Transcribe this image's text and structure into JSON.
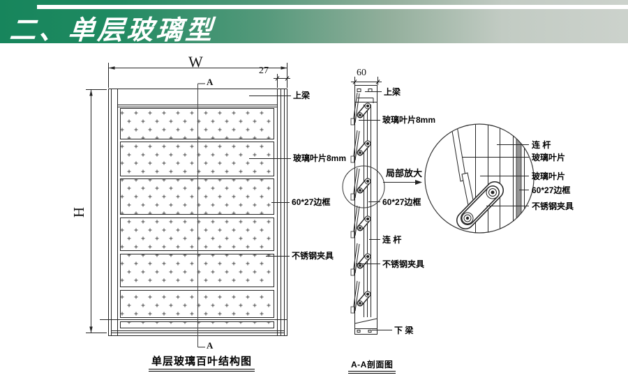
{
  "banner": {
    "title": "二、单层玻璃型",
    "color_left": "#17855c",
    "color_right": "#ccd2cc",
    "text_color": "#ffffff"
  },
  "front_view": {
    "dim_width": "W",
    "dim_height": "H",
    "dim_frame_width": "27",
    "section_marker": "A",
    "labels": {
      "top_beam": "上梁",
      "glass_blade": "玻璃叶片8mm",
      "frame": "60*27边框",
      "clamp": "不锈钢夹具"
    },
    "caption": "单层玻璃百叶结构图"
  },
  "section_view": {
    "dim_depth": "60",
    "labels": {
      "top_beam": "上梁",
      "glass_blade": "玻璃叶片8mm",
      "detail_callout": "局部放大",
      "frame": "60*27边框",
      "link_rod": "连 杆",
      "clamp": "不锈钢夹具",
      "bottom_beam": "下 梁"
    },
    "caption": "A-A剖面图"
  },
  "detail_view": {
    "labels": {
      "link_rod": "连 杆",
      "glass_blade_upper": "玻璃叶片",
      "glass_blade_lower": "玻璃叶片",
      "frame": "60*27边框",
      "clamp": "不锈钢夹具"
    }
  }
}
